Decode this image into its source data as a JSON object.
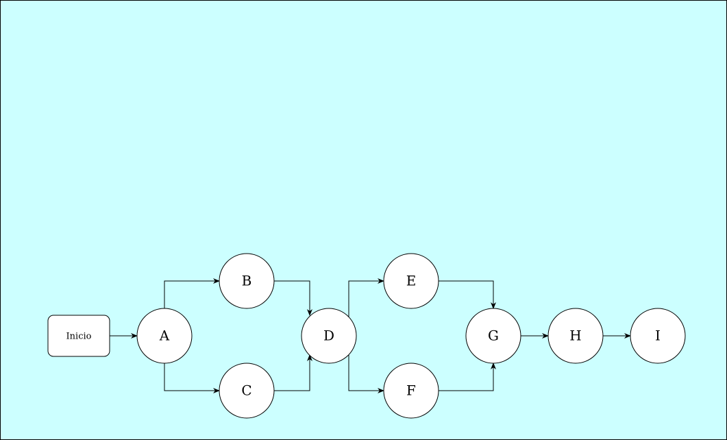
{
  "colors": {
    "background": "#ccffff",
    "border": "#000000",
    "node_fill": "#ffffff",
    "node_stroke": "#000000",
    "edge": "#000000"
  },
  "start": {
    "label": "Inicio"
  },
  "nodes": {
    "A": {
      "label": "A"
    },
    "B": {
      "label": "B"
    },
    "C": {
      "label": "C"
    },
    "D": {
      "label": "D"
    },
    "E": {
      "label": "E"
    },
    "F": {
      "label": "F"
    },
    "G": {
      "label": "G"
    },
    "H": {
      "label": "H"
    },
    "I": {
      "label": "I"
    }
  },
  "edges": [
    {
      "from": "Inicio",
      "to": "A"
    },
    {
      "from": "A",
      "to": "B"
    },
    {
      "from": "A",
      "to": "C"
    },
    {
      "from": "B",
      "to": "D"
    },
    {
      "from": "C",
      "to": "D"
    },
    {
      "from": "D",
      "to": "E"
    },
    {
      "from": "D",
      "to": "F"
    },
    {
      "from": "E",
      "to": "G"
    },
    {
      "from": "F",
      "to": "G"
    },
    {
      "from": "G",
      "to": "H"
    },
    {
      "from": "H",
      "to": "I"
    }
  ]
}
